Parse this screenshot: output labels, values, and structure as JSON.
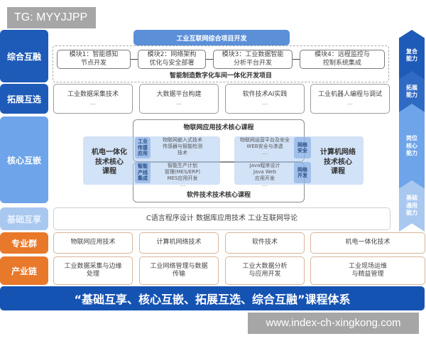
{
  "watermarks": {
    "top": "TG: MYYJJPP",
    "bottom": "www.index-ch-xingkong.com"
  },
  "rows": {
    "composite": {
      "label": "综合互融",
      "banner": "工业互联网综合项目开发",
      "modules": [
        {
          "line1": "模块1：智能感知",
          "line2": "节点开发"
        },
        {
          "line1": "模块2：网络架构",
          "line2": "优化与安全部署"
        },
        {
          "line1": "模块3：工业数据智能",
          "line2": "分析平台开发"
        },
        {
          "line1": "模块4：远程监控与",
          "line2": "控制系统集成"
        }
      ],
      "caption": "智能制造数字化车间一体化开发项目"
    },
    "extend": {
      "label": "拓展互选",
      "items": [
        {
          "title": "工业数据采集技术",
          "more": "…"
        },
        {
          "title": "大数据平台构建",
          "more": "…"
        },
        {
          "title": "软件技术AI实践",
          "more": "…"
        },
        {
          "title": "工业机器人编程与调试",
          "more": "…"
        }
      ]
    },
    "core": {
      "label": "核心互嵌",
      "iot_title": "物联网应用技术核心课程",
      "software_title": "软件技术技术核心课程",
      "left_course": {
        "line1": "机电一体化",
        "line2": "技术核心",
        "line3": "课程"
      },
      "right_course": {
        "line1": "计算机网络",
        "line2": "技术核心",
        "line3": "课程"
      },
      "tags": {
        "industrial_sensing": {
          "l1": "工业",
          "l2": "传感",
          "l3": "应用"
        },
        "smart_production": {
          "l1": "智能",
          "l2": "产线",
          "l3": "集成"
        },
        "network_security": {
          "l1": "网络",
          "l2": "安全"
        },
        "network_dev": {
          "l1": "网络",
          "l2": "开发"
        }
      },
      "lists": {
        "top_left": [
          "物联网嵌入式技术",
          "传感器与智能检测",
          "技术",
          "…"
        ],
        "bottom_left": [
          "智能生产计划",
          "管理(MES/ERP)",
          "MES应用开发",
          "…"
        ],
        "top_right": [
          "物联网运营平台及安全",
          "WEB安全与渗透",
          "…"
        ],
        "bottom_right": [
          "Java程序设计",
          "Java Web",
          "应用开发",
          "…"
        ]
      }
    },
    "foundation": {
      "label": "基础互享",
      "text": "C语言程序设计  数据库应用技术  工业互联网导论"
    },
    "majors": {
      "label": "专业群",
      "items": [
        "物联网应用技术",
        "计算机网络技术",
        "软件技术",
        "机电一体化技术"
      ]
    },
    "industry_chain": {
      "label": "产业链",
      "items": [
        {
          "line1": "工业数据采集与边缘",
          "line2": "处理"
        },
        {
          "line1": "工业网络管理与数据",
          "line2": "传输"
        },
        {
          "line1": "工业大数据分析",
          "line2": "与应用开发"
        },
        {
          "line1": "工业现场运维",
          "line2": "与精益管理"
        }
      ]
    }
  },
  "abilities": [
    {
      "line1": "复合",
      "line2": "能力"
    },
    {
      "line1": "拓展",
      "line2": "能力"
    },
    {
      "line1": "岗位",
      "line2": "核心",
      "line3": "能力"
    },
    {
      "line1": "基础",
      "line2": "通用",
      "line3": "能力"
    }
  ],
  "footer": "“基础互享、核心互嵌、拓展互选、综合互融”课程体系",
  "colors": {
    "dark_blue": "#1e5bb8",
    "mid_blue": "#6ea4ea",
    "light_blue": "#a9c8f0",
    "orange": "#e8782a",
    "footer_blue": "#1553b3"
  }
}
